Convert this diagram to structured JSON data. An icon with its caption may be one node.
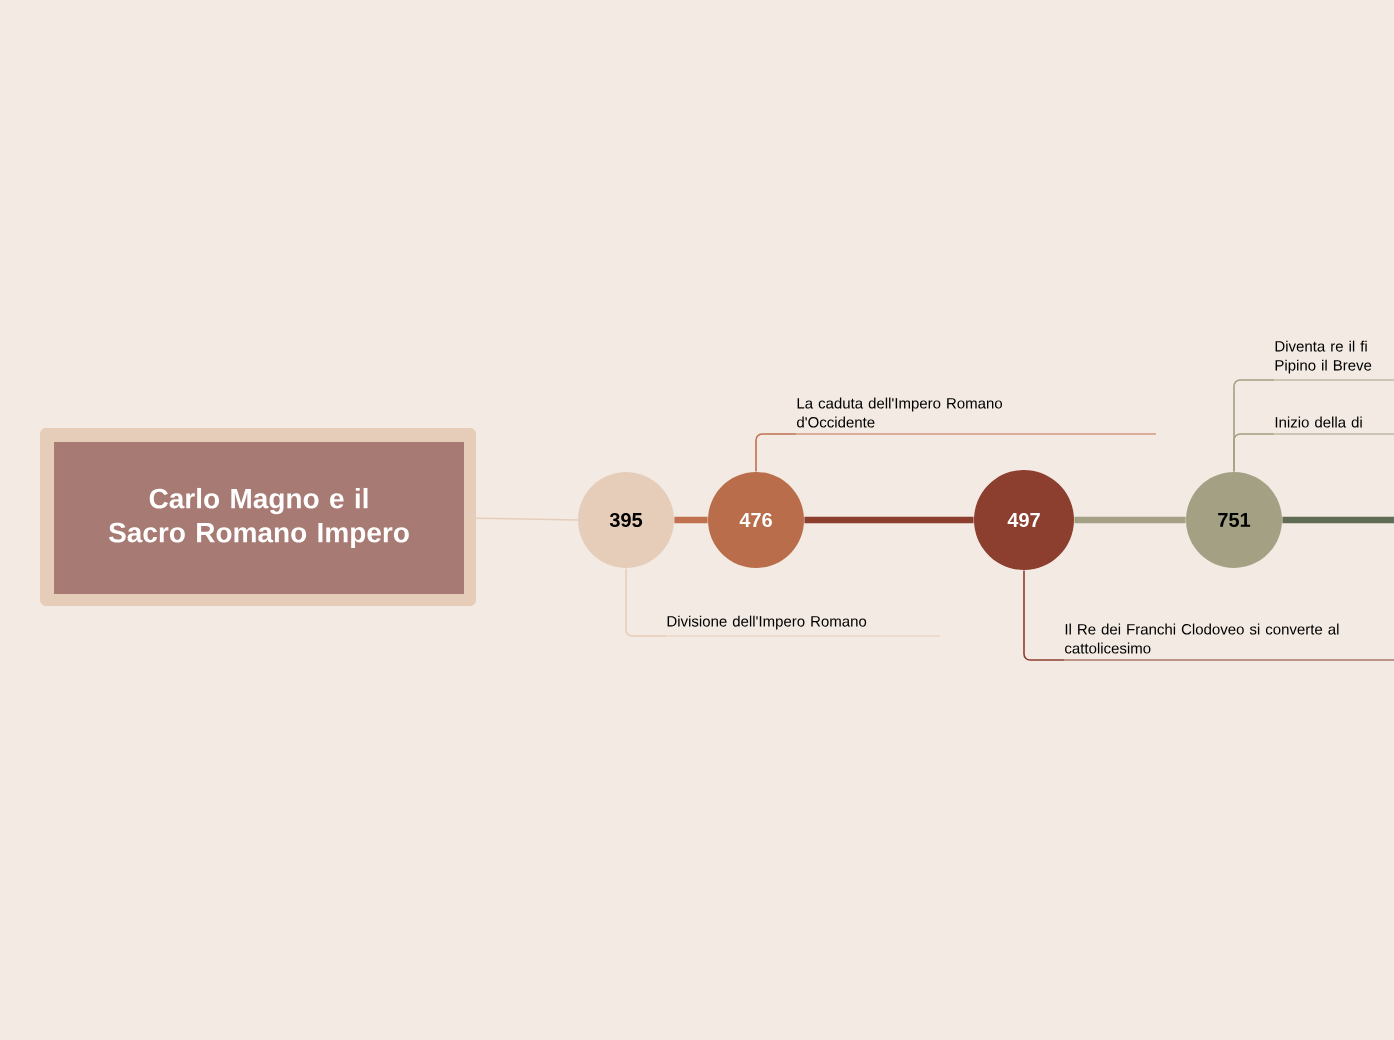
{
  "diagram": {
    "nodes": [
      {
        "text": [
          "Carlo Magno e il Sacro Romano Impero"
        ]
      },
      {
        "text": [
          "395"
        ]
      },
      {
        "text": [
          "476"
        ]
      },
      {
        "text": [
          "497"
        ]
      },
      {
        "text": [
          "751"
        ]
      },
      {
        "text": [
          "Divisione dell'Impero Romano"
        ]
      },
      {
        "text": [
          "La caduta dell'Impero Romano d'Occidente"
        ]
      },
      {
        "text": [
          "Il Re dei Franchi Clodoveo si converte al cattolicesimo"
        ]
      },
      {
        "text": [
          "Diventa re il fi Pipino il Breve"
        ]
      },
      {
        "text": [
          "Inizio della di"
        ]
      }
    ],
    "edges": [
      {
        "from": 0,
        "to": 1,
        "arrow": "none",
        "color": "#e6cdb9"
      },
      {
        "from": 1,
        "to": 2,
        "arrow": "none",
        "color": "#c0714f",
        "style": "thick"
      },
      {
        "from": 2,
        "to": 3,
        "arrow": "none",
        "color": "#8c3f2f",
        "style": "thick"
      },
      {
        "from": 3,
        "to": 4,
        "arrow": "none",
        "color": "#a3a083",
        "style": "thick"
      },
      {
        "from": 4,
        "to": null,
        "arrow": "none",
        "color": "#5f6b52",
        "style": "thick"
      },
      {
        "from": 1,
        "to": 5,
        "arrow": "none",
        "color": "#e6cdb9"
      },
      {
        "from": 2,
        "to": 6,
        "arrow": "none",
        "color": "#c0714f"
      },
      {
        "from": 3,
        "to": 7,
        "arrow": "none",
        "color": "#8c3f2f"
      },
      {
        "from": 4,
        "to": 8,
        "arrow": "none",
        "color": "#a3a083"
      },
      {
        "from": 4,
        "to": 9,
        "arrow": "none",
        "color": "#a3a083"
      }
    ]
  }
}
